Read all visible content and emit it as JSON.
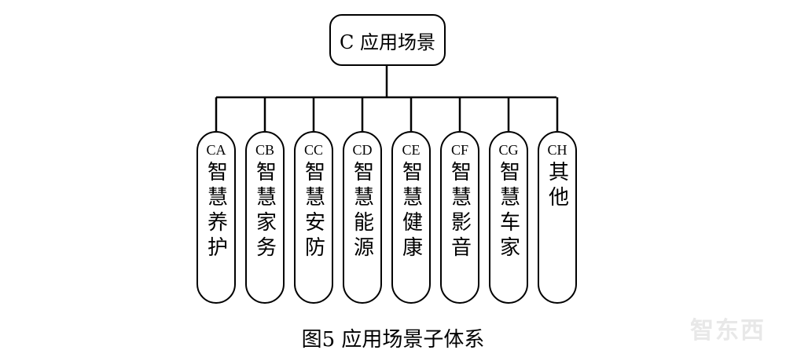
{
  "diagram": {
    "root": {
      "label": "C 应用场景"
    },
    "children": [
      {
        "code": "CA",
        "label": "智慧养护"
      },
      {
        "code": "CB",
        "label": "智慧家务"
      },
      {
        "code": "CC",
        "label": "智慧安防"
      },
      {
        "code": "CD",
        "label": "智慧能源"
      },
      {
        "code": "CE",
        "label": "智慧健康"
      },
      {
        "code": "CF",
        "label": "智慧影音"
      },
      {
        "code": "CG",
        "label": "智慧车家"
      },
      {
        "code": "CH",
        "label": "其他"
      }
    ],
    "caption": "图5 应用场景子体系"
  },
  "watermark": "智东西"
}
